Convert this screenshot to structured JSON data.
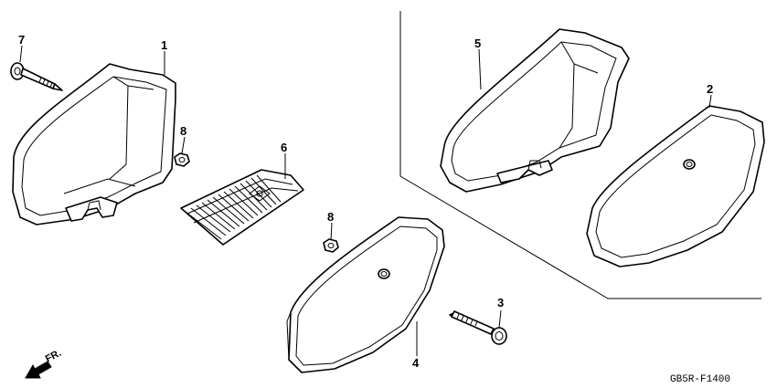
{
  "callouts": {
    "c1": "1",
    "c2": "2",
    "c3": "3",
    "c4": "4",
    "c5": "5",
    "c6": "6",
    "c7": "7",
    "c8a": "8",
    "c8b": "8"
  },
  "direction_label": "FR.",
  "diagram_code": "GB5R-F1400"
}
